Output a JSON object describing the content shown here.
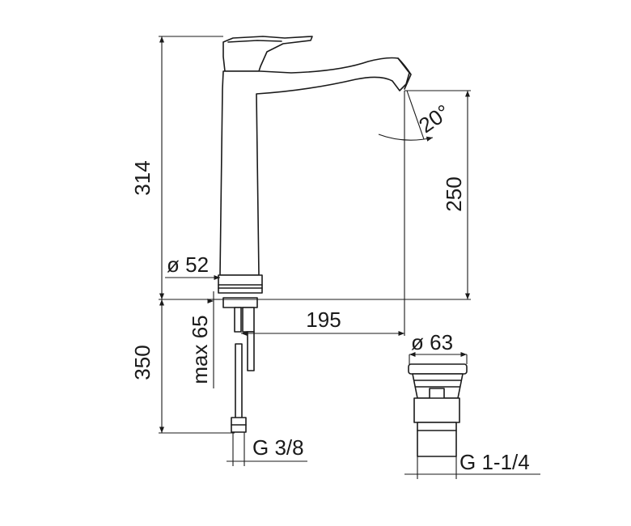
{
  "dimensions": {
    "total_height": "314",
    "spout_height": "250",
    "base_diameter": "ø 52",
    "spout_reach": "195",
    "below_deck": "350",
    "max_deck_thickness": "max 65",
    "inlet_thread": "G 3/8",
    "swivel_angle": "20°",
    "waste_diameter": "ø 63",
    "waste_thread": "G 1-1/4"
  }
}
